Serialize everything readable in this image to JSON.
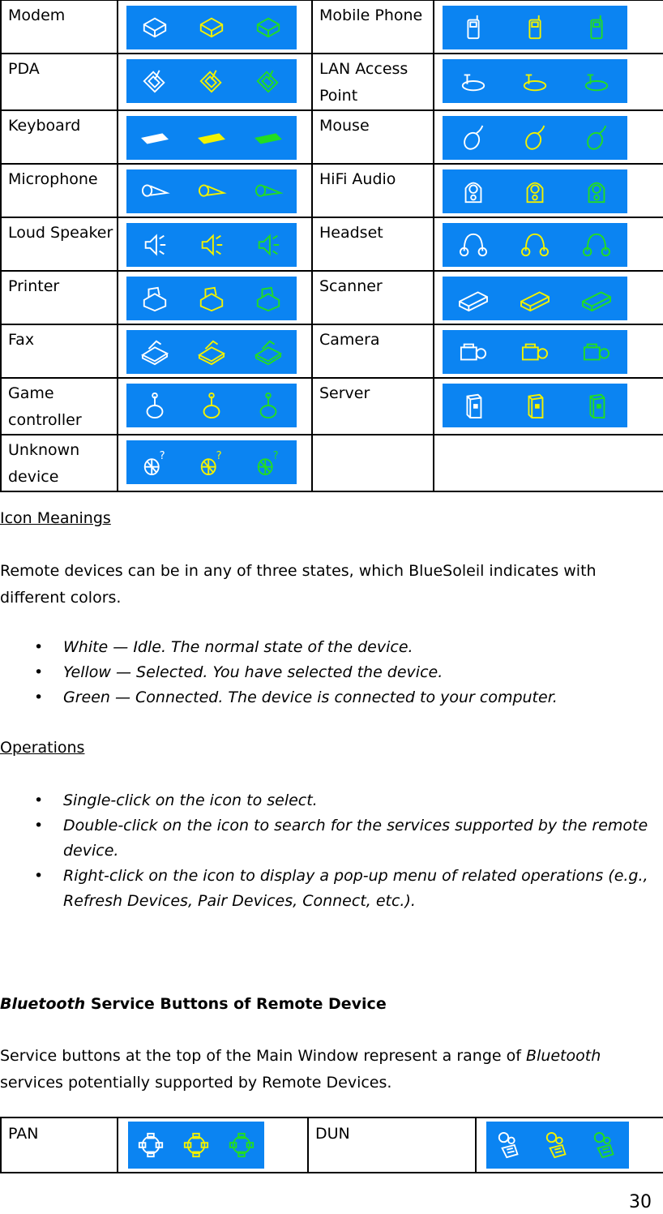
{
  "device_table": {
    "rows": [
      {
        "left": {
          "label": "Modem",
          "icon": "modem-icon"
        },
        "right": {
          "label": "Mobile Phone",
          "icon": "mobile-phone-icon"
        }
      },
      {
        "left": {
          "label": "PDA",
          "icon": "pda-icon"
        },
        "right": {
          "label": "LAN Access Point",
          "icon": "lan-access-point-icon"
        }
      },
      {
        "left": {
          "label": "Keyboard",
          "icon": "keyboard-icon"
        },
        "right": {
          "label": "Mouse",
          "icon": "mouse-icon"
        }
      },
      {
        "left": {
          "label": "Microphone",
          "icon": "microphone-icon"
        },
        "right": {
          "label": "HiFi Audio",
          "icon": "hifi-audio-icon"
        }
      },
      {
        "left": {
          "label": "Loud Speaker",
          "icon": "loud-speaker-icon"
        },
        "right": {
          "label": "Headset",
          "icon": "headset-icon"
        }
      },
      {
        "left": {
          "label": "Printer",
          "icon": "printer-icon"
        },
        "right": {
          "label": "Scanner",
          "icon": "scanner-icon"
        }
      },
      {
        "left": {
          "label": "Fax",
          "icon": "fax-icon"
        },
        "right": {
          "label": "Camera",
          "icon": "camera-icon"
        }
      },
      {
        "left": {
          "label": "Game controller",
          "icon": "game-controller-icon"
        },
        "right": {
          "label": "Server",
          "icon": "server-icon"
        }
      },
      {
        "left": {
          "label": "Unknown device",
          "icon": "unknown-device-icon"
        },
        "right": {
          "label": "",
          "icon": ""
        }
      }
    ],
    "state_colors": {
      "idle": "#ffffff",
      "selected": "#f2f200",
      "connected": "#22dd22"
    },
    "strip_bg": "#0b84f2"
  },
  "icon_meanings": {
    "heading": "Icon Meanings",
    "intro": "Remote devices can be in any of three states, which BlueSoleil indicates with different colors.",
    "states": [
      "White — Idle.   The normal state of the device.",
      "Yellow — Selected. You have selected the device.",
      "Green — Connected. The device is connected to your computer."
    ]
  },
  "operations": {
    "heading": "Operations",
    "items": [
      "Single-click on the icon to select.",
      "Double-click on the icon to search for the services supported by the remote device.",
      "Right-click on the icon to display a pop-up menu of related operations (e.g., Refresh Devices, Pair Devices, Connect, etc.)."
    ]
  },
  "service_section": {
    "heading_italic": "Bluetooth",
    "heading_rest": " Service Buttons of Remote Device",
    "para_part1": "Service buttons at the top of the Main Window represent a range of ",
    "para_italic": "Bluetooth",
    "para_part2": " services potentially supported by Remote Devices."
  },
  "service_table": {
    "cells": [
      {
        "label": "PAN",
        "icon": "pan-network-icon"
      },
      {
        "label": "DUN",
        "icon": "dun-dialup-icon"
      }
    ]
  },
  "page_number": "30"
}
